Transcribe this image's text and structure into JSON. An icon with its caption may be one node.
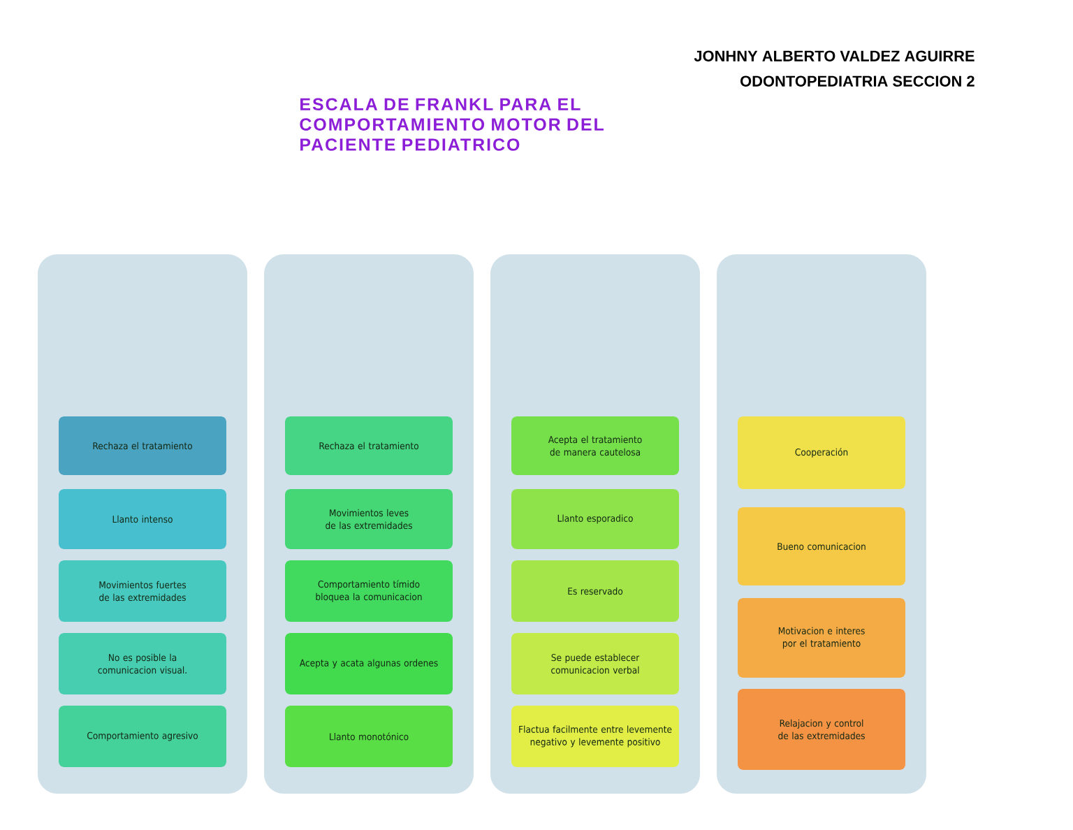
{
  "diagram": {
    "title": "ESCALA DE FRANKL PARA EL COMPORTAMIENTO MOTOR DEL PACIENTE PEDIATRICO",
    "nodes": [
      {
        "text": [],
        "shape": "box"
      },
      {
        "text": [
          "Rechaza el tratamiento"
        ],
        "in": 0
      },
      {
        "text": [
          "Llanto intenso"
        ],
        "in": 0
      },
      {
        "text": [
          "Movimientos fuertes de las extremidades"
        ],
        "in": 0
      },
      {
        "text": [
          "No es posible la comunicacion visual."
        ],
        "in": 0
      },
      {
        "text": [
          "Comportamiento agresivo"
        ],
        "in": 0
      },
      {
        "text": [],
        "shape": "box"
      },
      {
        "text": [
          "Rechaza el tratamiento"
        ],
        "in": 6
      },
      {
        "text": [
          "Movimientos leves de las extremidades"
        ],
        "in": 6
      },
      {
        "text": [
          "Comportamiento tímido bloquea la comunicacion"
        ],
        "in": 6
      },
      {
        "text": [
          "Acepta y acata algunas ordenes"
        ],
        "in": 6
      },
      {
        "text": [
          "Llanto monotónico"
        ],
        "in": 6
      },
      {
        "text": [],
        "shape": "box"
      },
      {
        "text": [
          "Acepta el tratamiento de manera cautelosa"
        ],
        "in": 12
      },
      {
        "text": [
          "Llanto esporadico"
        ],
        "in": 12
      },
      {
        "text": [
          "Es reservado"
        ],
        "in": 12
      },
      {
        "text": [
          "Se puede establecer comunicacion verbal"
        ],
        "in": 12
      },
      {
        "text": [
          "Flactua facilmente entre levemente negativo y levemente positivo"
        ],
        "in": 12
      },
      {
        "text": [],
        "shape": "box"
      },
      {
        "text": [
          "Cooperación"
        ],
        "in": 18
      },
      {
        "text": [
          "Bueno comunicacion"
        ],
        "in": 18
      },
      {
        "text": [
          "Motivacion e interes por el tratamiento"
        ],
        "in": 18
      },
      {
        "text": [
          "Relajacion y control de las extremidades"
        ],
        "in": 18
      }
    ],
    "labels": [
      "JONHNY ALBERTO VALDEZ AGUIRRE",
      "ODONTOPEDIATRIA SECCION 2"
    ]
  }
}
